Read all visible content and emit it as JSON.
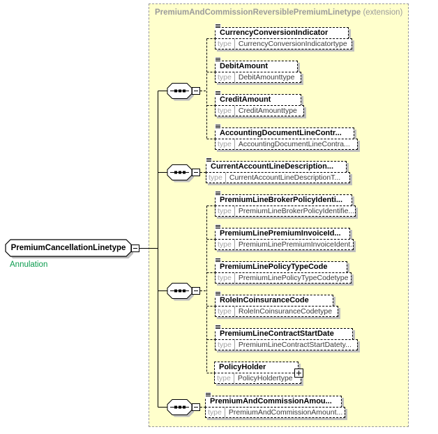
{
  "header": {
    "title": "PremiumAndCommissionReversiblePremiumLinetype",
    "suffix": "(extension)"
  },
  "root": {
    "name": "PremiumCancellationLinetype",
    "annotation": "Annulation"
  },
  "labels": {
    "type": "type"
  },
  "icons": {
    "sequence_compositor": "sequence-dots",
    "collapse": "minus-box",
    "expand": "plus-box",
    "annotation_marker": "lines-glyph"
  },
  "colors": {
    "container_bg": "#ffffcc",
    "container_border": "#999999",
    "header_text": "#9b9b9b",
    "annotation_green": "#0a9b4d",
    "shadow": "#bfbfbf"
  },
  "elements": [
    {
      "name": "CurrencyConversionIndicator",
      "type": "CurrencyConversionIndicatortype"
    },
    {
      "name": "DebitAmount",
      "type": "DebitAmounttype"
    },
    {
      "name": "CreditAmount",
      "type": "CreditAmounttype"
    },
    {
      "name": "AccountingDocumentLineContr...",
      "type": "AccountingDocumentLineContra..."
    },
    {
      "name": "CurrentAccountLineDescription...",
      "type": "CurrentAccountLineDescriptionT..."
    },
    {
      "name": "PremiumLineBrokerPolicyIdenti...",
      "type": "PremiumLineBrokerPolicyIdentifie..."
    },
    {
      "name": "PremiumLinePremiumInvoiceId...",
      "type": "PremiumLinePremiumInvoiceIdent..."
    },
    {
      "name": "PremiumLinePolicyTypeCode",
      "type": "PremiumLinePolicyTypeCodetype"
    },
    {
      "name": "RoleInCoinsuranceCode",
      "type": "RoleInCoinsuranceCodetype"
    },
    {
      "name": "PremiumLineContractStartDate",
      "type": "PremiumLineContractStartDatety..."
    },
    {
      "name": "PolicyHolder",
      "type": "PolicyHoldertype"
    },
    {
      "name": "PremiumAndCommissionAmou...",
      "type": "PremiumAndCommissionAmount..."
    }
  ]
}
